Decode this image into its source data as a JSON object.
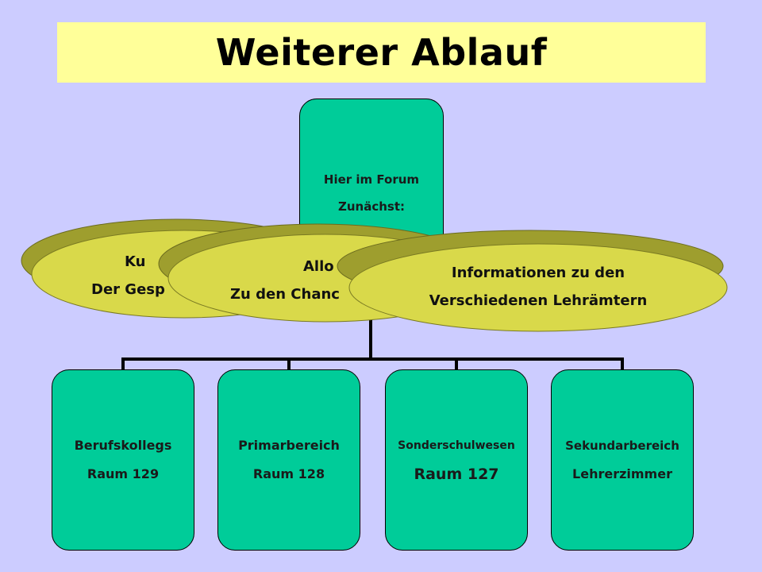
{
  "title": "Weiterer Ablauf",
  "top_box": {
    "line1": "Hier im Forum",
    "line2": "Zunächst:"
  },
  "discs": [
    {
      "line1": "Ku",
      "line2": "Der Gesp"
    },
    {
      "line1": "Allo",
      "line2": "Zu den Chanc"
    },
    {
      "line1": "Informationen zu den",
      "line2": "Verschiedenen Lehrämtern"
    }
  ],
  "bottom_boxes": [
    {
      "line1": "Berufskollegs",
      "line2": "Raum 129"
    },
    {
      "line1": "Primarbereich",
      "line2": "Raum 128"
    },
    {
      "line1": "Sonderschulwesen",
      "line2": "Raum 127"
    },
    {
      "line1": "Sekundarbereich",
      "line2": "Lehrerzimmer"
    }
  ],
  "colors": {
    "background": "#ccccff",
    "title_bar": "#ffff99",
    "box_fill": "#00cc99",
    "disc_top": "#d9d94a",
    "disc_side": "#9e9e2e"
  }
}
